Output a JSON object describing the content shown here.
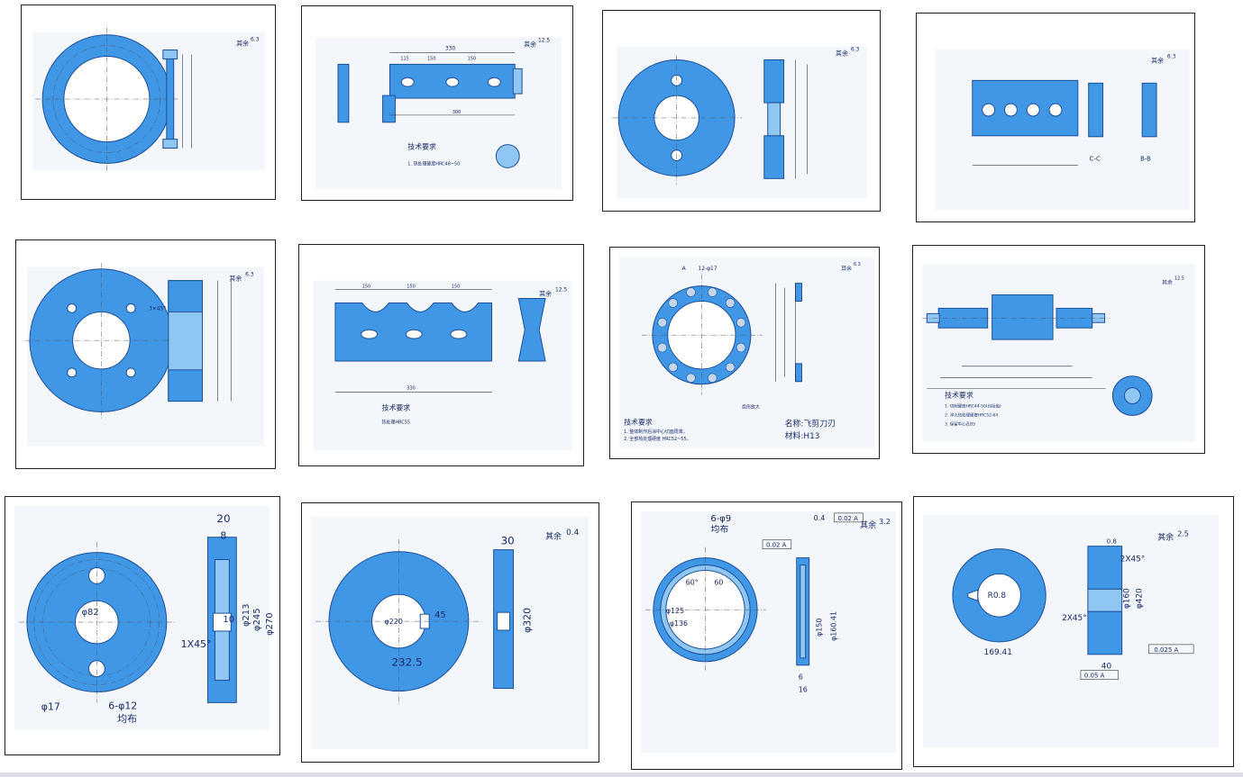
{
  "panels": [
    {
      "rest": "其余",
      "ra": "6.3"
    },
    {
      "rest": "其余",
      "ra": "12.5",
      "title": "技术要求",
      "note": "1. 热处理硬度HRC48~50",
      "dims": [
        "330",
        "115",
        "150",
        "150",
        "300"
      ]
    },
    {
      "rest": "其余",
      "ra": "6.3"
    },
    {
      "rest": "其余",
      "ra": "6.3",
      "sections": [
        "C-C",
        "B-B"
      ]
    },
    {
      "rest": "其余",
      "ra": "6.3",
      "chamfer": "3×45°"
    },
    {
      "rest": "其余",
      "ra": "12.5",
      "title": "技术要求",
      "note": "热处理HRC55",
      "dims": [
        "150",
        "150",
        "150",
        "330"
      ]
    },
    {
      "rest": "其余",
      "ra": "6.3",
      "title": "技术要求",
      "notes": [
        "1. 整体制作后涂中心切面周率。",
        "2. 全部热处理硬度 HRC52~55。"
      ],
      "name": "名称:飞剪刀刃",
      "material": "材料:H13",
      "holes": "12-φ17",
      "mark": "A",
      "detail": "齿形放大"
    },
    {
      "rest": "其余",
      "ra": "12.5",
      "title": "技术要求",
      "notes": [
        "1. 切削硬度HRC44-50(包括齿)",
        "2. 淬火热处理硬度HRC52-64",
        "3. 保留中心孔B5"
      ]
    },
    {
      "dims": [
        "20",
        "8",
        "φ213",
        "φ245",
        "φ270",
        "1X45°",
        "φ17",
        "6-φ12",
        "φ82",
        "10"
      ],
      "even": "均布"
    },
    {
      "rest": "其余",
      "ra": "0.4",
      "dims": [
        "30",
        "φ320",
        "232.5",
        "45",
        "φ220"
      ]
    },
    {
      "rest": "其余",
      "ra": "3.2",
      "holes": "6-φ9",
      "even": "均布",
      "dims": [
        "60°",
        "60",
        "φ125",
        "φ136",
        "φ150",
        "φ160.41",
        "16",
        "6",
        "0.4"
      ],
      "tol": "0.02 A"
    },
    {
      "rest": "其余",
      "ra": "2.5",
      "dims": [
        "2X45°",
        "2X45°",
        "φ420",
        "φ160",
        "R0.8",
        "169.41",
        "40",
        "0.8"
      ],
      "tol1": "0.05 A",
      "tol2": "0.025 A"
    }
  ]
}
